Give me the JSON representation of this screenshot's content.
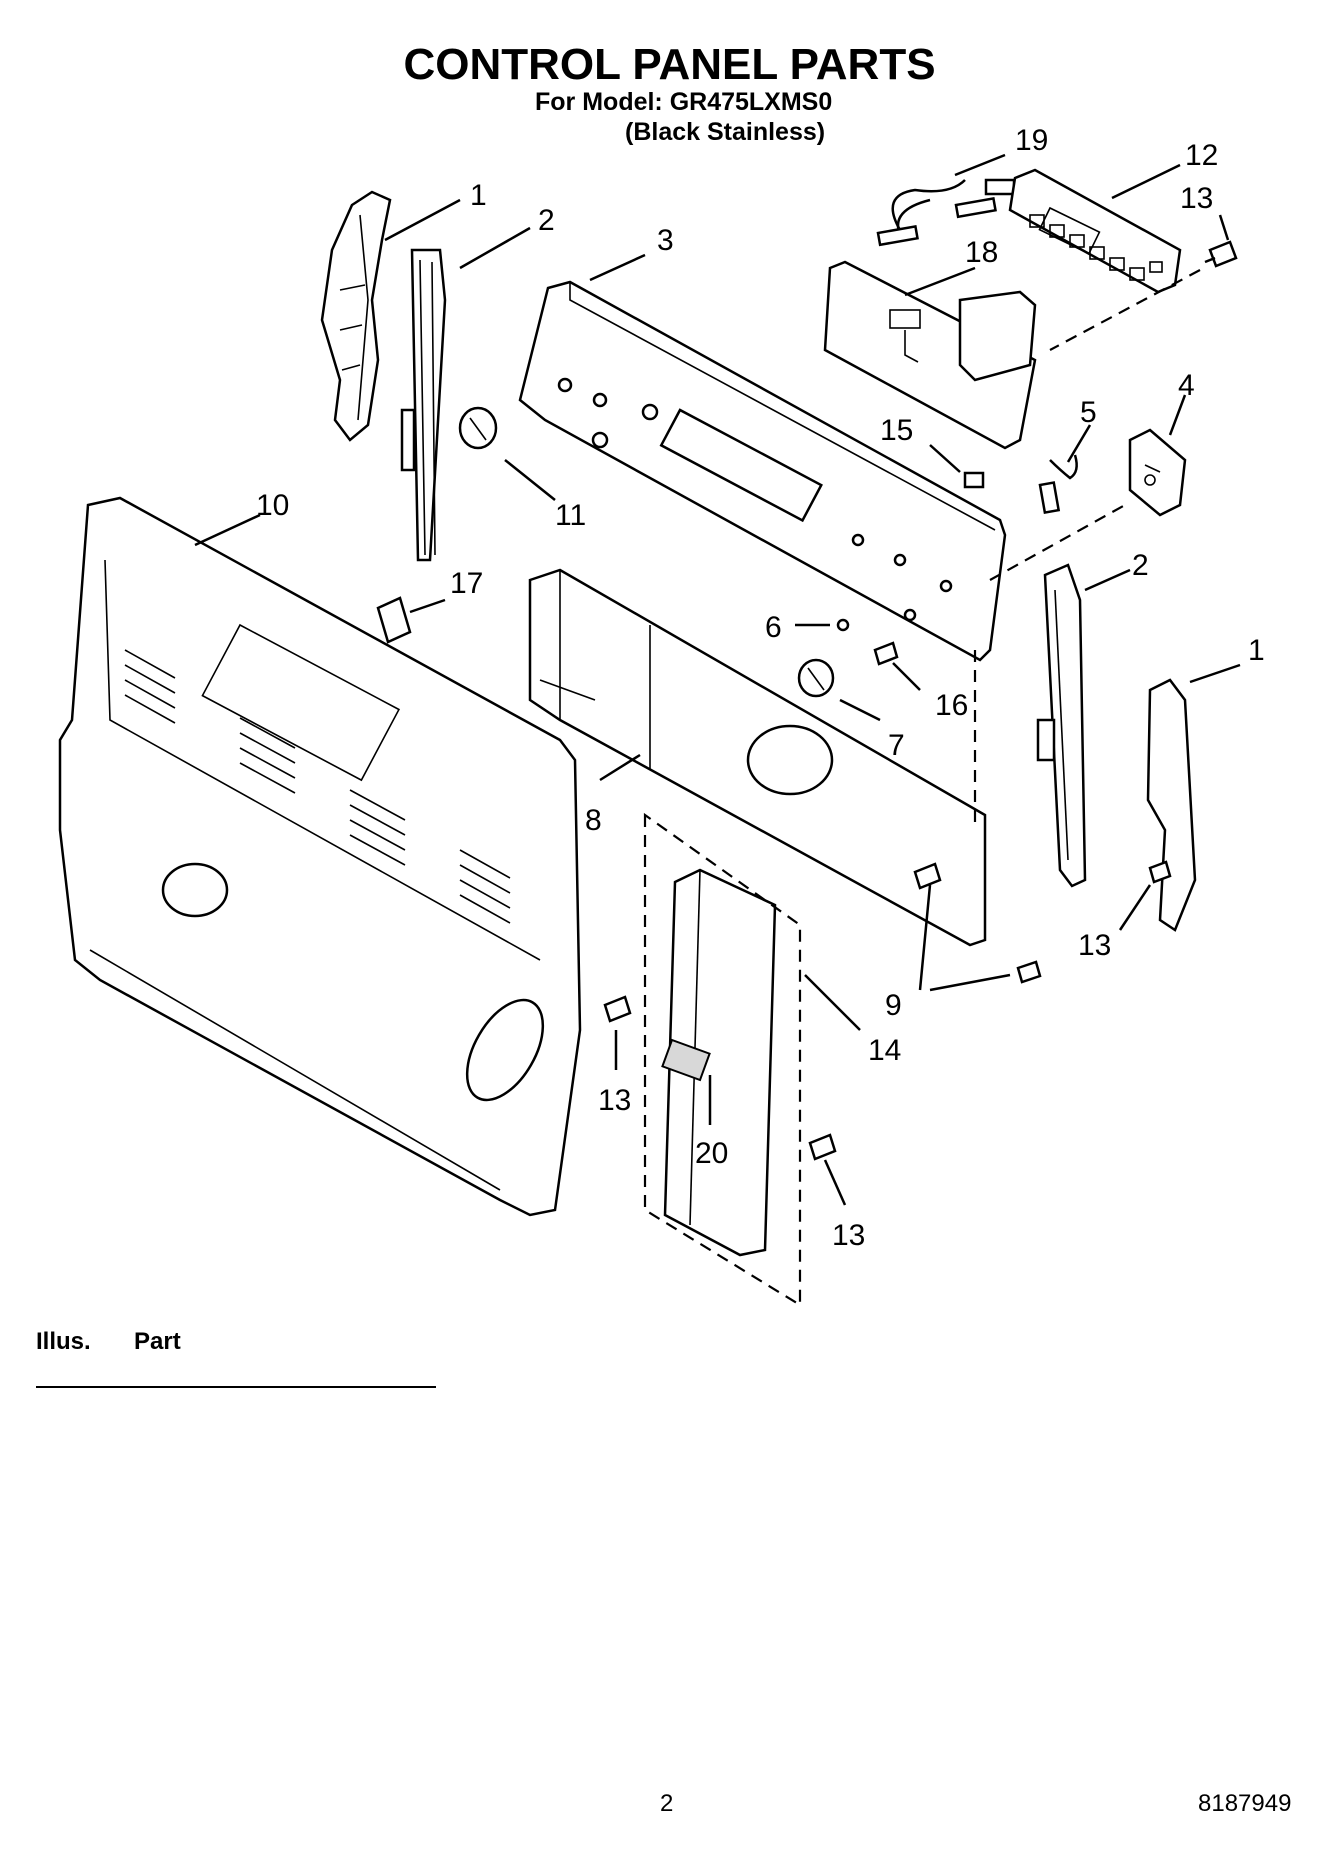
{
  "header": {
    "title": "CONTROL PANEL PARTS",
    "model_line": "For Model: GR475LXMS0",
    "finish_line": "(Black Stainless)"
  },
  "callouts": [
    "1",
    "2",
    "3",
    "19",
    "12",
    "13",
    "18",
    "4",
    "5",
    "15",
    "11",
    "10",
    "17",
    "2",
    "1",
    "6",
    "16",
    "7",
    "8",
    "9",
    "14",
    "13",
    "13",
    "20",
    "13"
  ],
  "table": {
    "col_illus": "Illus.",
    "col_part": "Part"
  },
  "footer": {
    "page_number": "2",
    "doc_number": "8187949"
  }
}
